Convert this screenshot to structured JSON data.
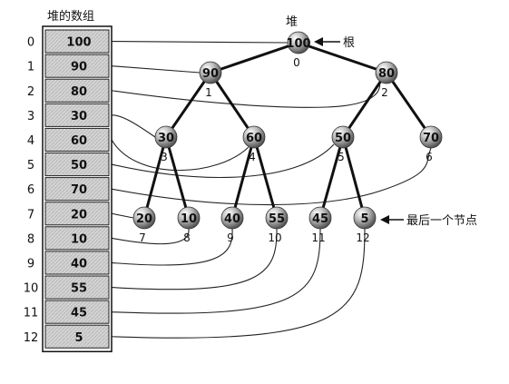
{
  "labels": {
    "array_title": "堆的数组",
    "heap_title": "堆",
    "root_label": "根",
    "last_node_label": "最后一个节点"
  },
  "array": [
    {
      "index": "0",
      "value": "100"
    },
    {
      "index": "1",
      "value": "90"
    },
    {
      "index": "2",
      "value": "80"
    },
    {
      "index": "3",
      "value": "30"
    },
    {
      "index": "4",
      "value": "60"
    },
    {
      "index": "5",
      "value": "50"
    },
    {
      "index": "6",
      "value": "70"
    },
    {
      "index": "7",
      "value": "20"
    },
    {
      "index": "8",
      "value": "10"
    },
    {
      "index": "9",
      "value": "40"
    },
    {
      "index": "10",
      "value": "55"
    },
    {
      "index": "11",
      "value": "45"
    },
    {
      "index": "12",
      "value": "5"
    }
  ],
  "tree_nodes": [
    {
      "index": "0",
      "value": "100"
    },
    {
      "index": "1",
      "value": "90"
    },
    {
      "index": "2",
      "value": "80"
    },
    {
      "index": "3",
      "value": "30"
    },
    {
      "index": "4",
      "value": "60"
    },
    {
      "index": "5",
      "value": "50"
    },
    {
      "index": "6",
      "value": "70"
    },
    {
      "index": "7",
      "value": "20"
    },
    {
      "index": "8",
      "value": "10"
    },
    {
      "index": "9",
      "value": "40"
    },
    {
      "index": "10",
      "value": "55"
    },
    {
      "index": "11",
      "value": "45"
    },
    {
      "index": "12",
      "value": "5"
    }
  ],
  "colors": {
    "cell_fill": "#d6d6d6",
    "node_fill": "#c8c8c8",
    "edge": "#111111"
  }
}
